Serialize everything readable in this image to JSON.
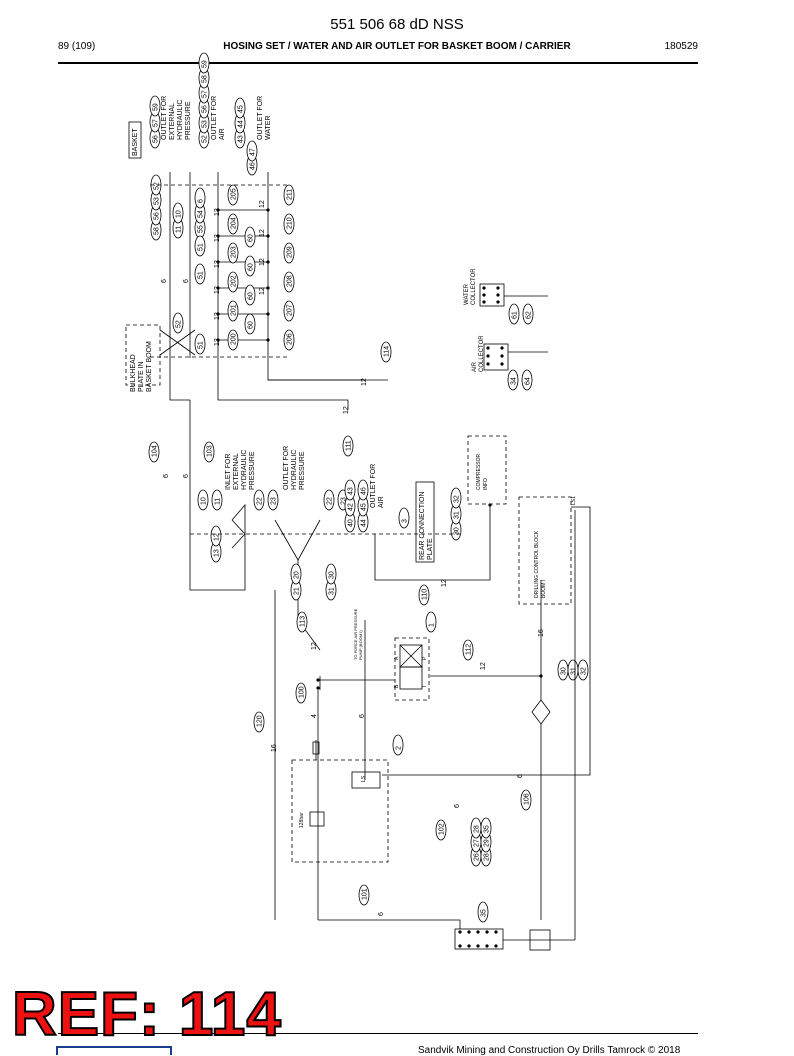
{
  "header": {
    "doc_code": "551 506 68 dD NSS",
    "page": "89 (109)",
    "title": "HOSING SET / WATER AND AIR OUTLET FOR BASKET BOOM / CARRIER",
    "date": "180529"
  },
  "footer": {
    "copyright": "Sandvik Mining and Construction Oy Drills Tamrock © 2018"
  },
  "stamp": "REF: 114",
  "labels": {
    "basket": "BASKET",
    "outlet_hyd_ext": [
      "OUTLET FOR",
      "EXTERNAL",
      "HYDRAULIC",
      "PRESSURE"
    ],
    "outlet_air": [
      "OUTLET FOR",
      "AIR"
    ],
    "outlet_water": [
      "OUTLET FOR",
      "WATER"
    ],
    "bulkhead": [
      "BULKHEAD",
      "PLATE IN",
      "BASKET BOOM"
    ],
    "inlet_hyd_ext": [
      "INLET FOR",
      "EXTERNAL",
      "HYDRAULIC",
      "PRESSURE"
    ],
    "outlet_hyd": [
      "OUTLET FOR",
      "HYDRAULIC",
      "PRESSURE"
    ],
    "outlet_air2": [
      "OUTLET FOR",
      "AIR"
    ],
    "rear_plate": [
      "REAR CONNECTION",
      "PLATE"
    ],
    "water_collector": [
      "WATER",
      "COLLECTOR"
    ],
    "air_collector": [
      "AIR",
      "COLLECTOR"
    ],
    "compressor": [
      "COMPRESSOR",
      "INFO"
    ],
    "drilling_block": [
      "DRILLING CONTROL BLOCK",
      "BOOM I"
    ],
    "pump_note": [
      "TO FORCE AIR PRESSURE",
      "PUMP (BOOM I)"
    ],
    "pressure": "128bar"
  },
  "callouts": {
    "basket_top": [
      "56",
      "57",
      "59",
      "52",
      "53",
      "56",
      "57",
      "58",
      "59",
      "43",
      "44",
      "45",
      "46",
      "47"
    ],
    "row1": [
      "58",
      "56",
      "53",
      "52",
      "11",
      "10",
      "55",
      "54",
      "6",
      "51",
      "51",
      "51",
      "52",
      "51"
    ],
    "codes_top": [
      "205",
      "204",
      "203",
      "202",
      "201",
      "200",
      "211",
      "210",
      "209",
      "208",
      "207",
      "206",
      "60",
      "60",
      "60",
      "60"
    ],
    "mid": [
      "104",
      "103",
      "10",
      "11",
      "22",
      "23",
      "22",
      "23",
      "13",
      "12",
      "40",
      "42",
      "43",
      "44",
      "45",
      "46",
      "30",
      "31",
      "32",
      "3",
      "114",
      "111",
      "21",
      "20",
      "31",
      "30"
    ],
    "lower": [
      "113",
      "110",
      "1",
      "112",
      "30",
      "31",
      "32",
      "100",
      "120",
      "2",
      "106",
      "102",
      "101",
      "25",
      "26",
      "27",
      "28",
      "29",
      "35",
      "61",
      "62",
      "34",
      "64"
    ]
  },
  "hose_sizes": [
    "6",
    "6",
    "12",
    "12",
    "12",
    "12",
    "12",
    "12",
    "12",
    "12",
    "12",
    "12",
    "12",
    "12",
    "6",
    "6",
    "12",
    "12",
    "12",
    "16",
    "16",
    "4",
    "6",
    "6",
    "6",
    "12",
    "6"
  ]
}
